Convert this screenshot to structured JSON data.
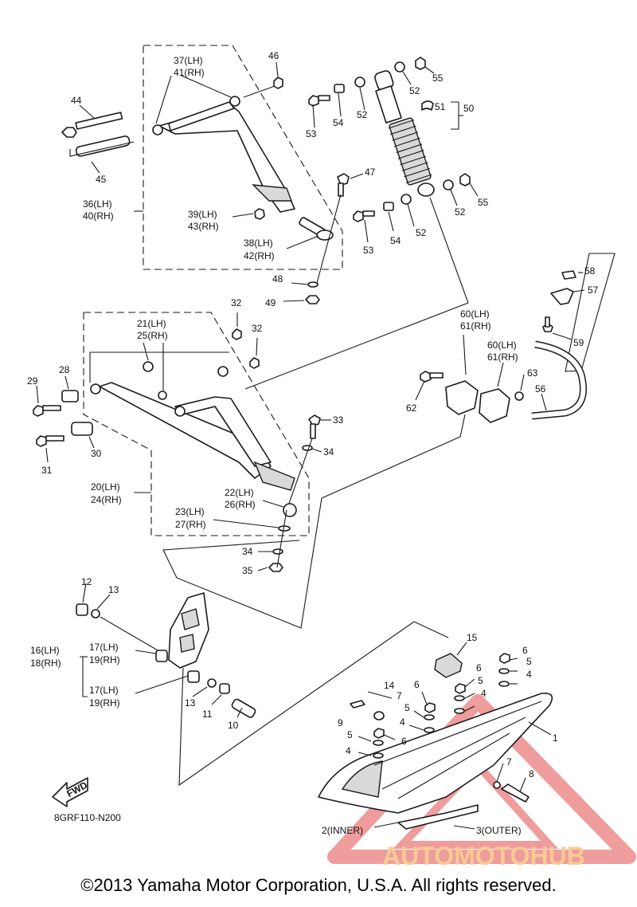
{
  "diagram_code": "8GRF110-N200",
  "fwd_label": "FWD",
  "watermark": "AUTOMOTOHUB",
  "copyright": "©2013 Yamaha Motor Corporation, U.S.A. All rights reserved.",
  "callouts": [
    {
      "id": "44",
      "text": "44"
    },
    {
      "id": "45",
      "text": "45"
    },
    {
      "id": "46",
      "text": "46"
    },
    {
      "id": "37lh",
      "text": "37(LH)"
    },
    {
      "id": "41rh",
      "text": "41(RH)"
    },
    {
      "id": "36lh",
      "text": "36(LH)"
    },
    {
      "id": "40rh",
      "text": "40(RH)"
    },
    {
      "id": "39lh",
      "text": "39(LH)"
    },
    {
      "id": "43rh",
      "text": "43(RH)"
    },
    {
      "id": "38lh",
      "text": "38(LH)"
    },
    {
      "id": "42rh",
      "text": "42(RH)"
    },
    {
      "id": "47",
      "text": "47"
    },
    {
      "id": "48",
      "text": "48"
    },
    {
      "id": "49",
      "text": "49"
    },
    {
      "id": "53a",
      "text": "53"
    },
    {
      "id": "54a",
      "text": "54"
    },
    {
      "id": "52a",
      "text": "52"
    },
    {
      "id": "52b",
      "text": "52"
    },
    {
      "id": "55a",
      "text": "55"
    },
    {
      "id": "51",
      "text": "51"
    },
    {
      "id": "50",
      "text": "50"
    },
    {
      "id": "52c",
      "text": "52"
    },
    {
      "id": "55b",
      "text": "55"
    },
    {
      "id": "54b",
      "text": "54"
    },
    {
      "id": "52d",
      "text": "52"
    },
    {
      "id": "53b",
      "text": "53"
    },
    {
      "id": "58",
      "text": "58"
    },
    {
      "id": "57",
      "text": "57"
    },
    {
      "id": "59",
      "text": "59"
    },
    {
      "id": "60lha",
      "text": "60(LH)"
    },
    {
      "id": "61rha",
      "text": "61(RH)"
    },
    {
      "id": "60lhb",
      "text": "60(LH)"
    },
    {
      "id": "61rhb",
      "text": "61(RH)"
    },
    {
      "id": "63",
      "text": "63"
    },
    {
      "id": "56",
      "text": "56"
    },
    {
      "id": "62",
      "text": "62"
    },
    {
      "id": "32a",
      "text": "32"
    },
    {
      "id": "32b",
      "text": "32"
    },
    {
      "id": "21lh",
      "text": "21(LH)"
    },
    {
      "id": "25rh",
      "text": "25(RH)"
    },
    {
      "id": "29",
      "text": "29"
    },
    {
      "id": "28",
      "text": "28"
    },
    {
      "id": "30",
      "text": "30"
    },
    {
      "id": "31",
      "text": "31"
    },
    {
      "id": "33",
      "text": "33"
    },
    {
      "id": "34a",
      "text": "34"
    },
    {
      "id": "20lh",
      "text": "20(LH)"
    },
    {
      "id": "24rh",
      "text": "24(RH)"
    },
    {
      "id": "22lh",
      "text": "22(LH)"
    },
    {
      "id": "26rh",
      "text": "26(RH)"
    },
    {
      "id": "23lh",
      "text": "23(LH)"
    },
    {
      "id": "27rh",
      "text": "27(RH)"
    },
    {
      "id": "34b",
      "text": "34"
    },
    {
      "id": "35",
      "text": "35"
    },
    {
      "id": "12",
      "text": "12"
    },
    {
      "id": "13a",
      "text": "13"
    },
    {
      "id": "16lh",
      "text": "16(LH)"
    },
    {
      "id": "18rh",
      "text": "18(RH)"
    },
    {
      "id": "17lha",
      "text": "17(LH)"
    },
    {
      "id": "19rha",
      "text": "19(RH)"
    },
    {
      "id": "17lhb",
      "text": "17(LH)"
    },
    {
      "id": "19rhb",
      "text": "19(RH)"
    },
    {
      "id": "13b",
      "text": "13"
    },
    {
      "id": "11",
      "text": "11"
    },
    {
      "id": "10",
      "text": "10"
    },
    {
      "id": "15",
      "text": "15"
    },
    {
      "id": "14",
      "text": "14"
    },
    {
      "id": "9",
      "text": "9"
    },
    {
      "id": "7a",
      "text": "7"
    },
    {
      "id": "6a",
      "text": "6"
    },
    {
      "id": "6b",
      "text": "6"
    },
    {
      "id": "6c",
      "text": "6"
    },
    {
      "id": "6d",
      "text": "6"
    },
    {
      "id": "5a",
      "text": "5"
    },
    {
      "id": "5b",
      "text": "5"
    },
    {
      "id": "5c",
      "text": "5"
    },
    {
      "id": "5d",
      "text": "5"
    },
    {
      "id": "4a",
      "text": "4"
    },
    {
      "id": "4b",
      "text": "4"
    },
    {
      "id": "4c",
      "text": "4"
    },
    {
      "id": "4d",
      "text": "4"
    },
    {
      "id": "1",
      "text": "1"
    },
    {
      "id": "7b",
      "text": "7"
    },
    {
      "id": "8",
      "text": "8"
    },
    {
      "id": "2inner",
      "text": "2(INNER)"
    },
    {
      "id": "3outer",
      "text": "3(OUTER)"
    }
  ]
}
